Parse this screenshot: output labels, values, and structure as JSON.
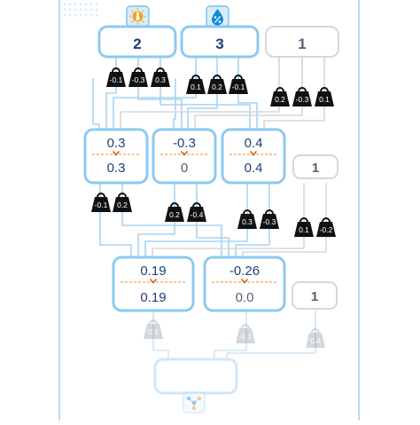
{
  "input_row": {
    "nodes": [
      {
        "value": "2",
        "icon": "sun-thermometer-icon"
      },
      {
        "value": "3",
        "icon": "water-percent-icon"
      },
      {
        "value": "1",
        "icon": "none"
      }
    ],
    "weights": [
      [
        "-0.1",
        "-0.3",
        "0.3"
      ],
      [
        "0.1",
        "0.2",
        "-0.1"
      ],
      [
        "0.2",
        "-0.3",
        "0.1"
      ]
    ]
  },
  "hidden_layer_1": {
    "neurons": [
      {
        "sum": "0.3",
        "output": "0.3"
      },
      {
        "sum": "-0.3",
        "output": "0"
      },
      {
        "sum": "0.4",
        "output": "0.4"
      }
    ],
    "bias": "1",
    "weights": [
      [
        "-0.1",
        "0.2"
      ],
      [
        "0.2",
        "-0.4"
      ],
      [
        "0.3",
        "-0.3"
      ],
      [
        "0.1",
        "-0.2"
      ]
    ]
  },
  "hidden_layer_2": {
    "neurons": [
      {
        "sum": "0.19",
        "output": "0.19"
      },
      {
        "sum": "-0.26",
        "output": "0.0"
      }
    ],
    "bias": "1",
    "weights": [
      "0.1",
      "-0.1",
      "0.4"
    ]
  },
  "output_node": {
    "icon": "molecule-icon"
  },
  "colors": {
    "accent_blue": "#8ccaf0",
    "dark_blue": "#1f3f73",
    "inactive_grey": "#c8ccd3",
    "activation_orange": "#f08c1e",
    "weight_black": "#111111"
  }
}
